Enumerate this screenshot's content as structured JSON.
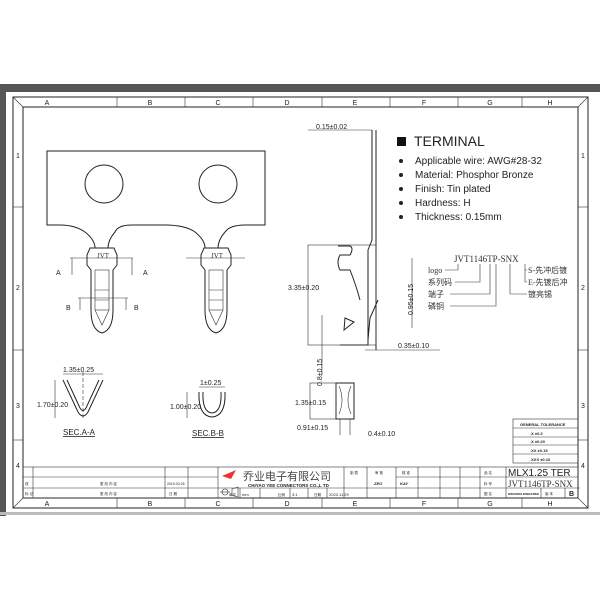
{
  "grid": {
    "columns": [
      "A",
      "B",
      "C",
      "D",
      "E",
      "F",
      "G",
      "H"
    ],
    "rows": [
      "1",
      "2",
      "3",
      "4"
    ]
  },
  "spec": {
    "title": "TERMINAL",
    "items": [
      "Applicable wire:  AWG#28-32",
      "Material:  Phosphor Bronze",
      "Finish:  Tin plated",
      "Hardness:  H",
      "Thickness:  0.15mm"
    ]
  },
  "part_code": {
    "code": "JVT1146TP-SNX",
    "legend": [
      "logo",
      "系列码",
      "端子",
      "磷铜"
    ],
    "suffix_legend": [
      "S-先冲后镀",
      "E-先镀后冲",
      "镀亮锡"
    ]
  },
  "front_view": {
    "stamp_label": "JVT",
    "section_a": "A",
    "section_b": "B"
  },
  "dimensions": {
    "thickness": "0.15±0.02",
    "height": "3.35±0.20",
    "barb": "0.95±0.15",
    "offset": "0.35±0.10",
    "base": "0.8±0.15",
    "end_height": "1.35±0.15",
    "end_width": "0.91±0.15",
    "end_tip": "0.4±0.10",
    "sec_a_width": "1.35±0.25",
    "sec_a_height": "1.70±0.20",
    "sec_b_width": "1±0.25",
    "sec_b_height": "1.00±0.20"
  },
  "sections": {
    "sec_a": "SEC.A-A",
    "sec_b": "SEC.B-B"
  },
  "tolerance": {
    "title": "GENERAL TOLERANCE",
    "rows": [
      ".X  ±0.3",
      ".X  ±0.20",
      ".XX  ±0.15",
      ".XXX  ±0.10"
    ]
  },
  "title_block": {
    "company_cn": "乔业电子有限公司",
    "company_en": "CHIYAO YEE CONNECTORS CO.,L TD",
    "unit_label": "单位",
    "unit": "mm",
    "scale_label": "比例",
    "scale": "3:1",
    "date_label": "日期",
    "date": "2023.11.29",
    "rev_date": "2019.03.26",
    "rev_label": "日 期",
    "designed_label": "制 表",
    "checked_label": "审 核",
    "approved_label": "核 准",
    "designer": "ZEO",
    "checker": "KAY",
    "name_label": "品 名",
    "name": "MLX1.25 TER",
    "part_label": "料 号",
    "part": "JVT1146TP-SNX",
    "drawing_label": "图 名",
    "drawing": "DWG/MOLDING/FREE",
    "version_label": "版 本",
    "version": "B",
    "row1_left": "更 改 内 容",
    "row2_left": "更 改 内 容",
    "row1_mark": "改",
    "row2_mark": "标 记"
  }
}
